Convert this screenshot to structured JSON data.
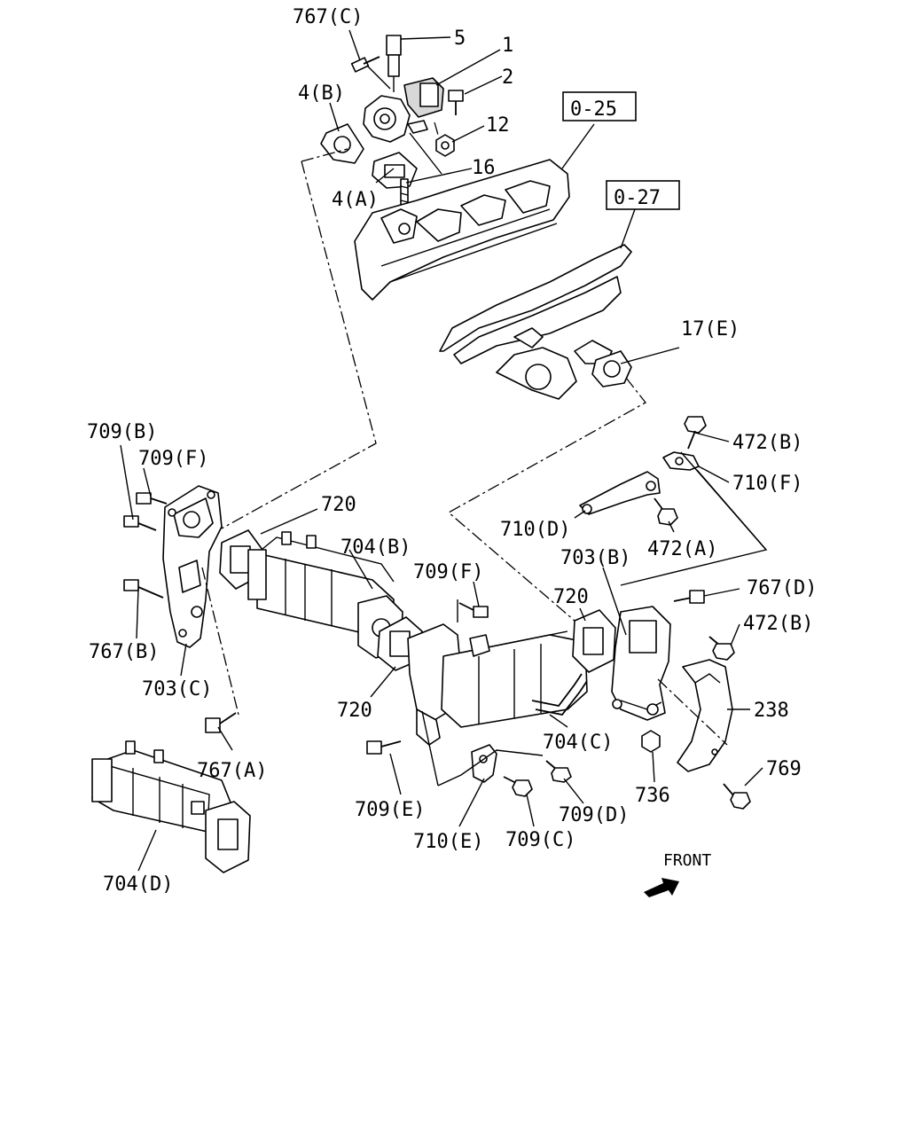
{
  "labels": {
    "l767c": "767(C)",
    "l5": "5",
    "l1": "1",
    "l2": "2",
    "l4b": "4(B)",
    "l12": "12",
    "l16": "16",
    "l4a": "4(A)",
    "l025": "0-25",
    "l027": "0-27",
    "l17e": "17(E)",
    "l472b_top": "472(B)",
    "l710f": "710(F)",
    "l709b": "709(B)",
    "l709f_left": "709(F)",
    "l720_top": "720",
    "l704b": "704(B)",
    "l709f_mid": "709(F)",
    "l710d": "710(D)",
    "l472a": "472(A)",
    "l703b": "703(B)",
    "l767d": "767(D)",
    "l720_mid": "720",
    "l472b_mid": "472(B)",
    "l767b": "767(B)",
    "l703c": "703(C)",
    "l720_low": "720",
    "l238": "238",
    "l704c": "704(C)",
    "l767a": "767(A)",
    "l769": "769",
    "l736": "736",
    "l709e": "709(E)",
    "l709d": "709(D)",
    "l710e": "710(E)",
    "l709c": "709(C)",
    "l704d": "704(D)",
    "front": "FRONT"
  }
}
